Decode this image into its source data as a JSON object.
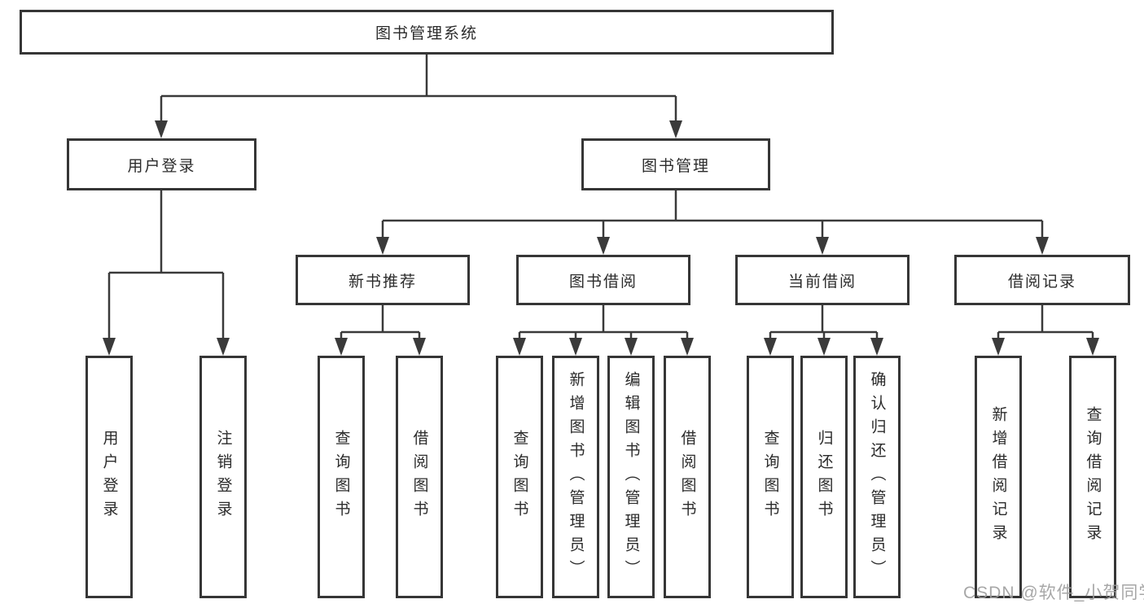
{
  "tree": {
    "label": "图书管理系统",
    "children": [
      {
        "label": "用户登录",
        "children": [
          {
            "label": "用户登录"
          },
          {
            "label": "注销登录"
          }
        ]
      },
      {
        "label": "图书管理",
        "children": [
          {
            "label": "新书推荐",
            "children": [
              {
                "label": "查询图书"
              },
              {
                "label": "借阅图书"
              }
            ]
          },
          {
            "label": "图书借阅",
            "children": [
              {
                "label": "查询图书"
              },
              {
                "label": "新增图书（管理员）"
              },
              {
                "label": "编辑图书（管理员）"
              },
              {
                "label": "借阅图书"
              }
            ]
          },
          {
            "label": "当前借阅",
            "children": [
              {
                "label": "查询图书"
              },
              {
                "label": "归还图书"
              },
              {
                "label": "确认归还（管理员）"
              }
            ]
          },
          {
            "label": "借阅记录",
            "children": [
              {
                "label": "新增借阅记录"
              },
              {
                "label": "查询借阅记录"
              }
            ]
          }
        ]
      }
    ]
  },
  "watermark": {
    "text": "CSDN @软件_小贺同学"
  },
  "colors": {
    "line": "#3a3a3a",
    "border": "#363636",
    "text": "#2b2b2b",
    "watermark": "#9e9e9e",
    "background": "#ffffff"
  }
}
